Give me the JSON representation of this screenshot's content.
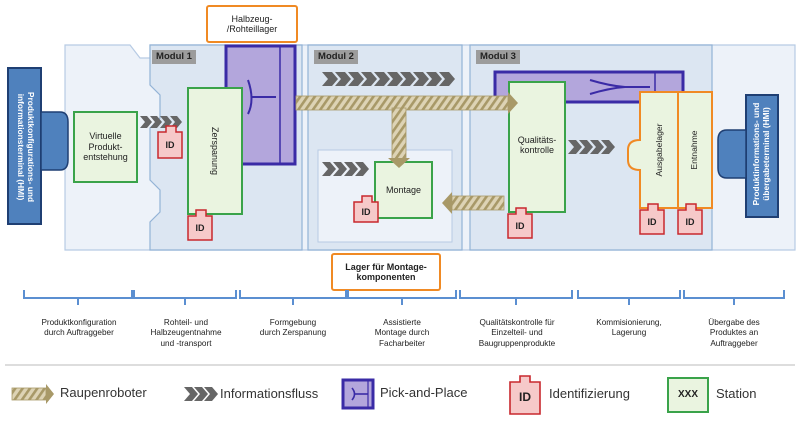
{
  "terminals": {
    "left": "Produktkonfigurations- und\ninformationsterminal (HMI)",
    "right": "Produktinformations- und\nübergabeterminal (HMI)"
  },
  "modules": [
    "Modul 1",
    "Modul 2",
    "Modul 3"
  ],
  "stations": {
    "virtual": "Virtuelle\nProdukt-\nentstehung",
    "zerspanung": "Zerspanung",
    "montage": "Montage",
    "qualitaet": "Qualitäts-\nkontrolle",
    "ausgabelager": "Ausgabelager",
    "entnahme": "Entnahme"
  },
  "storage": {
    "halbzeug": "Halbzeug-\n/Rohteillager",
    "montage_lager": "Lager für Montage-\nkomponenten"
  },
  "id_label": "ID",
  "phases": [
    "Produktkonfiguration\ndurch Auftraggeber",
    "Rohteil- und\nHalbzeugentnahme\nund -transport",
    "Formgebung\ndurch Zerspanung",
    "Assistierte\nMontage durch\nFacharbeiter",
    "Qualitätskontrolle für\nEinzelteil- und\nBaugruppenprodukte",
    "Kommisionierung,\nLagerung",
    "Übergabe des\nProduktes an\nAuftraggeber"
  ],
  "legend": {
    "raupen": "Raupenroboter",
    "info": "Informationsfluss",
    "pick": "Pick-and-Place",
    "ident": "Identifizierung",
    "station_box": "XXX",
    "station": "Station"
  },
  "colors": {
    "station_border": "#3aa34a",
    "station_fill": "#eaf4e0",
    "terminal_fill": "#4f81bd",
    "terminal_border": "#1f3f73",
    "pick_border": "#3a2ba6",
    "pick_fill": "#b3a6dc",
    "orange": "#f08a24",
    "id_border": "#c8282e",
    "id_fill": "#f6c9c9",
    "module_fill": "#dce6f2",
    "module_border": "#93b3d6",
    "bracket": "#5b8fd1",
    "info_arrow": "#666666",
    "raupe": "#c9b98a"
  }
}
